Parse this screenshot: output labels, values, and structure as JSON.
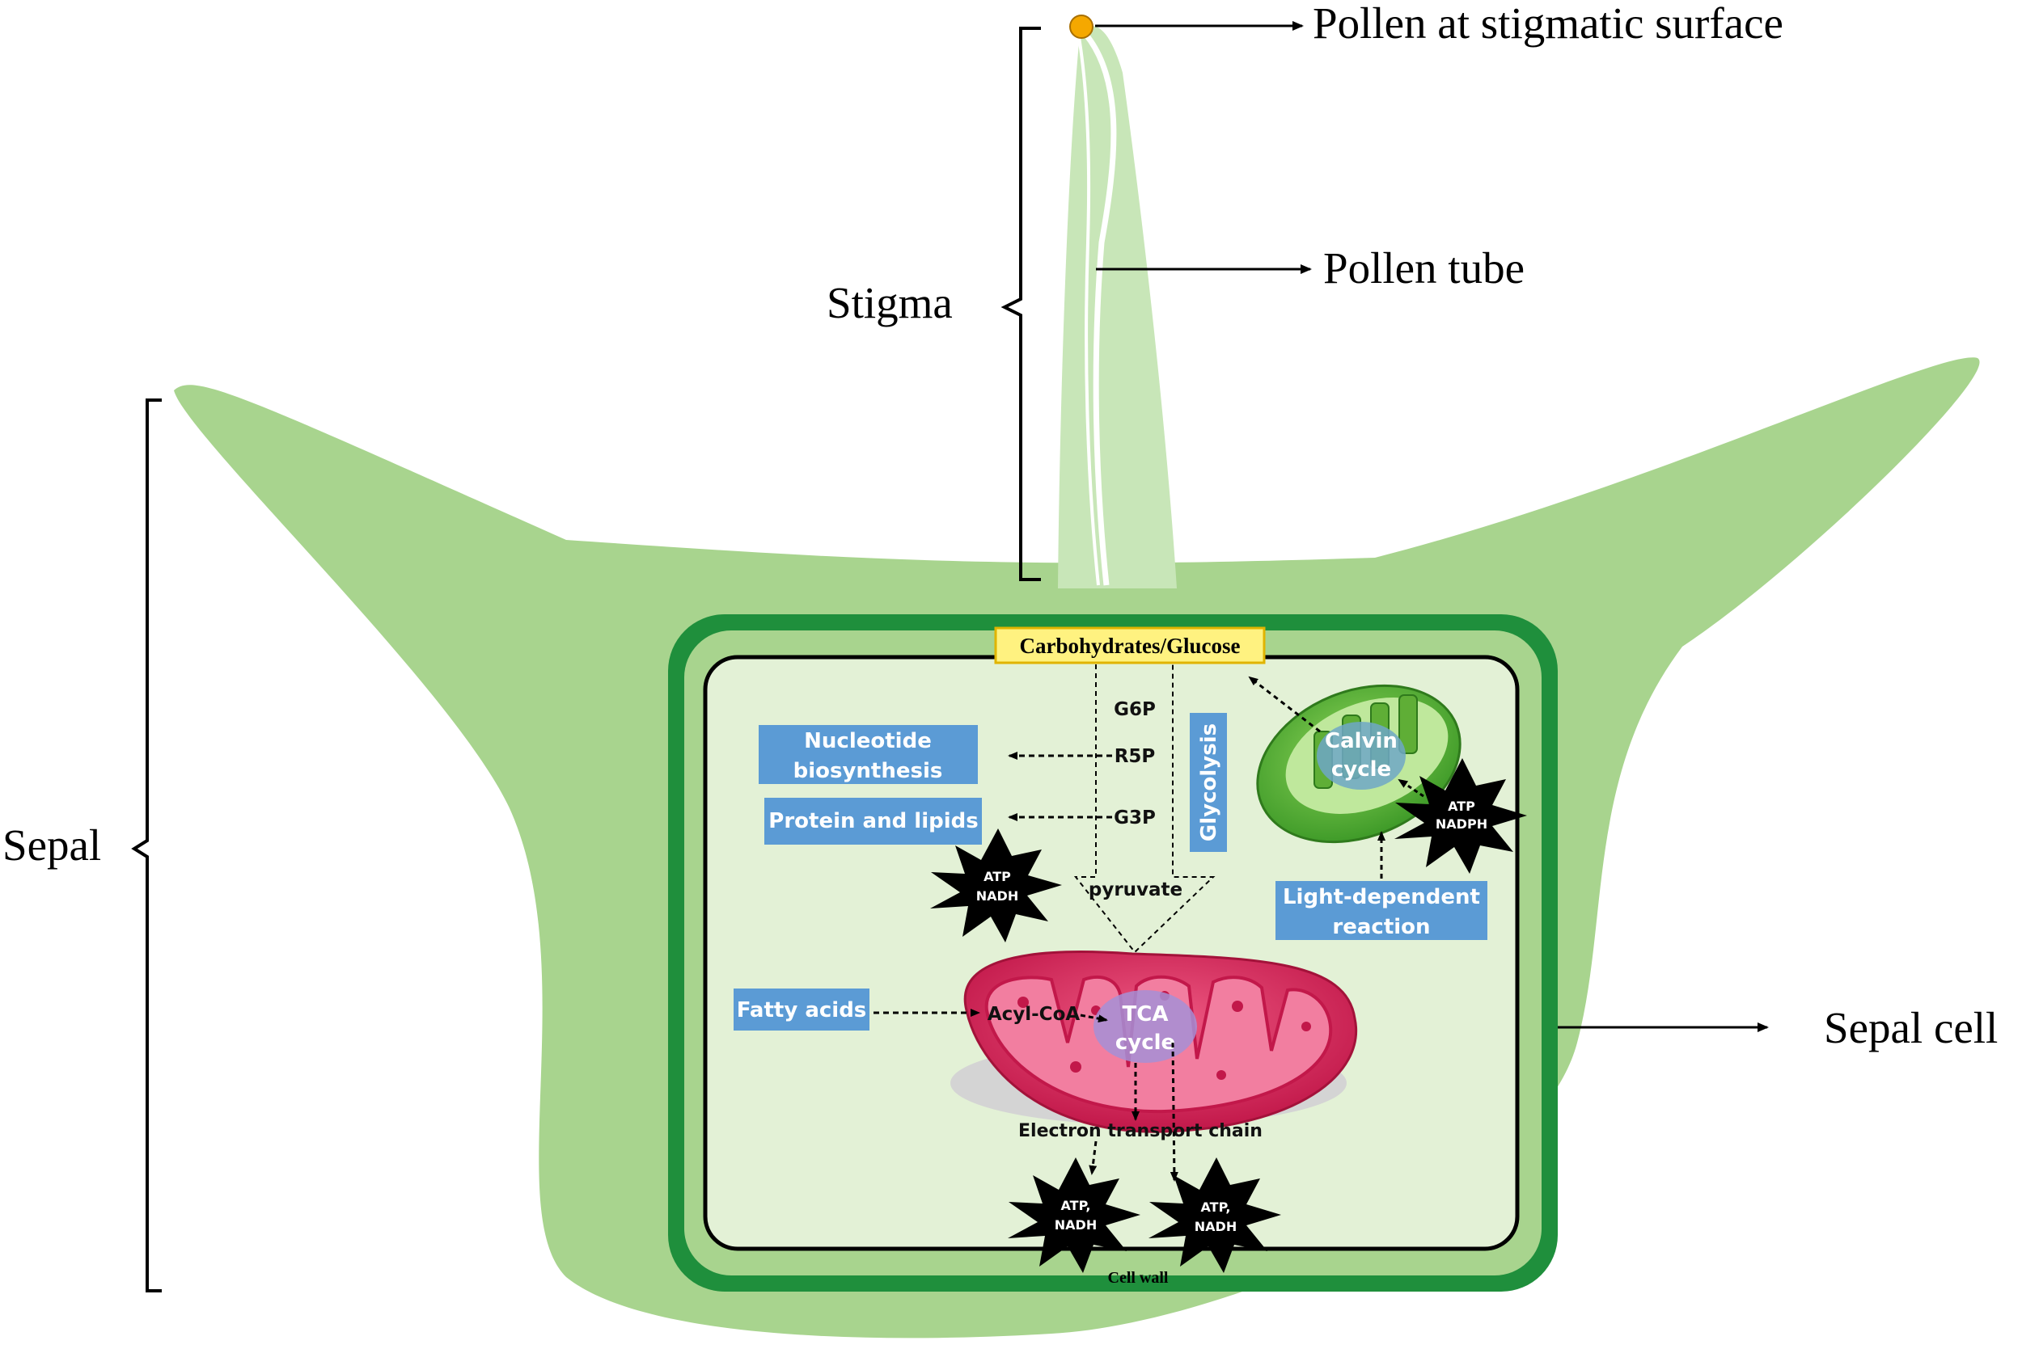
{
  "labels": {
    "pollen_surface": "Pollen at stigmatic surface",
    "pollen_tube": "Pollen tube",
    "stigma": "Stigma",
    "sepal": "Sepal",
    "sepal_cell": "Sepal cell",
    "cell_wall": "Cell wall"
  },
  "cell": {
    "carbohydrates": "Carbohydrates/Glucose",
    "g6p": "G6P",
    "r5p": "R5P",
    "g3p": "G3P",
    "glycolysis": "Glycolysis",
    "pyruvate": "pyruvate",
    "nucleotide_line1": "Nucleotide",
    "nucleotide_line2": "biosynthesis",
    "protein_lipids": "Protein and lipids",
    "fatty_acids": "Fatty acids",
    "acyl_coa": "Acyl-CoA",
    "tca_line1": "TCA",
    "tca_line2": "cycle",
    "etc": "Electron transport chain",
    "calvin_line1": "Calvin",
    "calvin_line2": "cycle",
    "light_line1": "Light-dependent",
    "light_line2": "reaction"
  },
  "bursts": {
    "atp_nadh_1": "ATP",
    "atp_nadh_2": "NADH",
    "atp_nadph_1": "ATP",
    "atp_nadph_2": "NADPH",
    "etc_left_1": "ATP,",
    "etc_left_2": "NADH",
    "etc_right_1": "ATP,",
    "etc_right_2": "NADH"
  },
  "colors": {
    "sepal": "#a8d48e",
    "stigma": "#c8e6b8",
    "cell_wall": "#1f8f3c",
    "cytoplasm": "#e3f1d6",
    "blue_box": "#5b9bd5",
    "mitochondrion": "#d6335f",
    "chloroplast": "#6bbf3d",
    "pollen": "#f5a800",
    "carb_box": "#fff280"
  }
}
